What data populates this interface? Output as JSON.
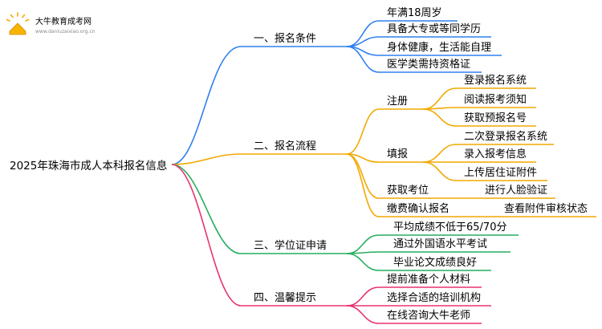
{
  "watermark": {
    "title": "大牛教育成考网",
    "url": "www.daniuzaixiao.org.cn"
  },
  "mindmap": {
    "root": "2025年珠海市成人本科报名信息",
    "colors": {
      "branch1": "#2f80ed",
      "branch2": "#f2a900",
      "branch3": "#27ae60",
      "branch4": "#e8336f"
    },
    "branches": [
      {
        "label": "一、报名条件",
        "children": [
          {
            "label": "年满18周岁"
          },
          {
            "label": "具备大专或等同学历"
          },
          {
            "label": "身体健康，生活能自理"
          },
          {
            "label": "医学类需持资格证"
          }
        ]
      },
      {
        "label": "二、报名流程",
        "children": [
          {
            "label": "注册",
            "children": [
              "登录报名系统",
              "阅读报考须知",
              "获取预报名号"
            ]
          },
          {
            "label": "填报",
            "children": [
              "二次登录报名系统",
              "录入报考信息",
              "上传居住证附件"
            ]
          },
          {
            "label": "获取考位",
            "children": [
              "进行人脸验证"
            ]
          },
          {
            "label": "缴费确认报名",
            "children": [
              "查看附件审核状态"
            ]
          }
        ]
      },
      {
        "label": "三、学位证申请",
        "children": [
          {
            "label": "平均成绩不低于65/70分"
          },
          {
            "label": "通过外国语水平考试"
          },
          {
            "label": "毕业论文成绩良好"
          }
        ]
      },
      {
        "label": "四、温馨提示",
        "children": [
          {
            "label": "提前准备个人材料"
          },
          {
            "label": "选择合适的培训机构"
          },
          {
            "label": "在线咨询大牛老师"
          }
        ]
      }
    ]
  }
}
